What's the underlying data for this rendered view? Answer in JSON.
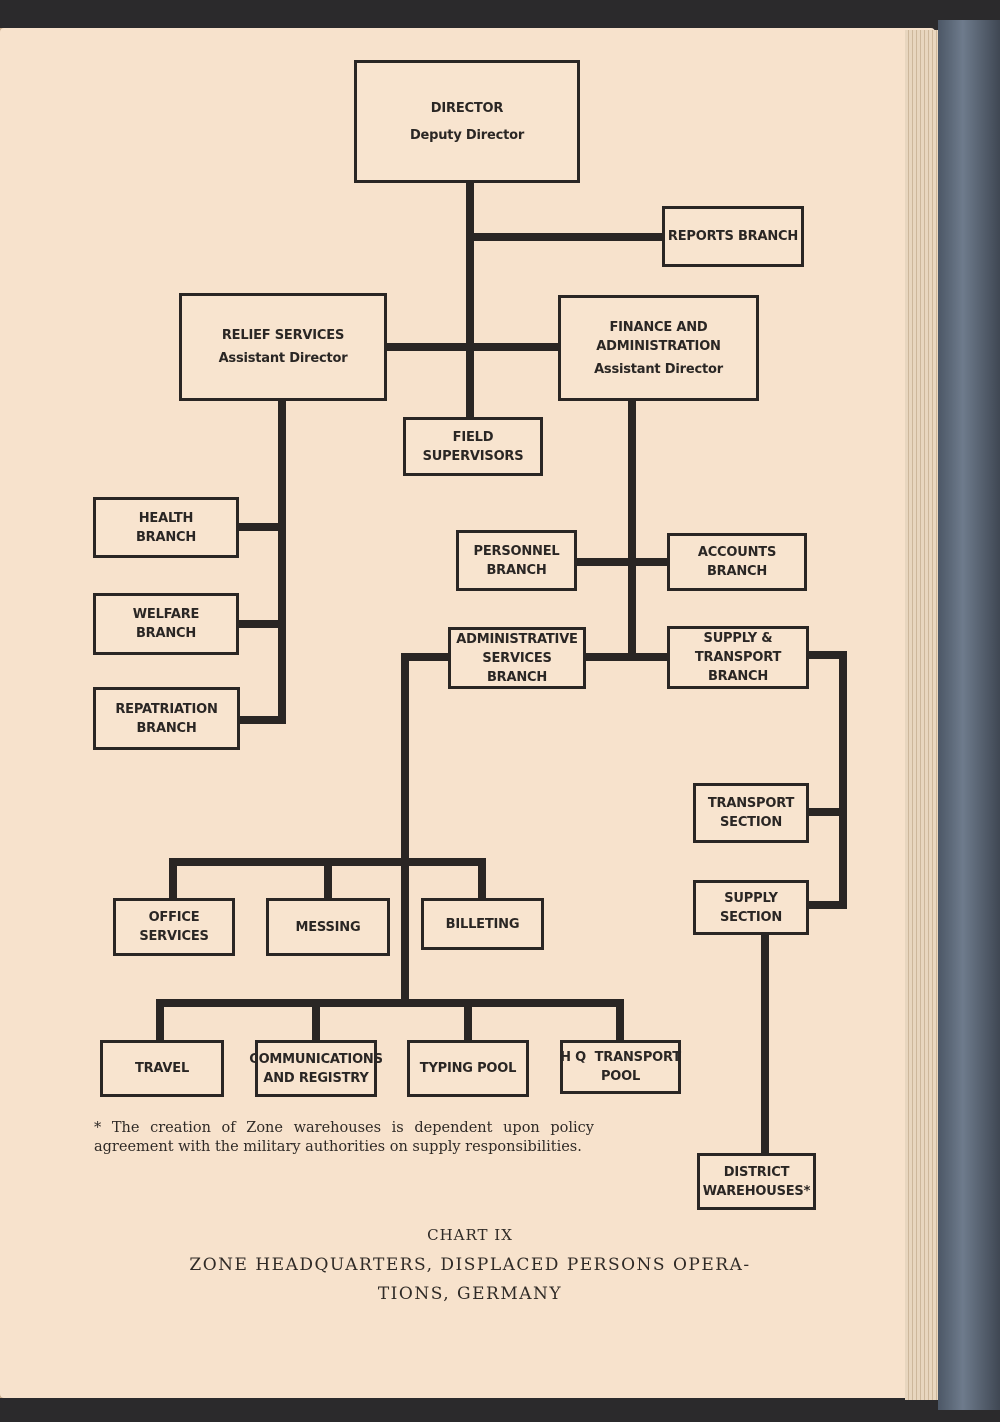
{
  "chart": {
    "director": {
      "title": "DIRECTOR",
      "subtitle": "Deputy Director"
    },
    "reports_branch": "REPORTS BRANCH",
    "relief_services": {
      "title": "RELIEF SERVICES",
      "subtitle": "Assistant Director"
    },
    "finance_admin": {
      "title_line1": "FINANCE AND",
      "title_line2": "ADMINISTRATION",
      "subtitle": "Assistant Director"
    },
    "field_supervisors": "FIELD SUPERVISORS",
    "health_branch": [
      "HEALTH",
      "BRANCH"
    ],
    "welfare_branch": [
      "WELFARE",
      "BRANCH"
    ],
    "repatriation_branch": [
      "REPATRIATION",
      "BRANCH"
    ],
    "personnel_branch": [
      "PERSONNEL",
      "BRANCH"
    ],
    "accounts_branch": [
      "ACCOUNTS",
      "BRANCH"
    ],
    "admin_services_branch": [
      "ADMINISTRATIVE",
      "SERVICES BRANCH"
    ],
    "supply_transport_branch": [
      "SUPPLY & TRANSPORT",
      "BRANCH"
    ],
    "transport_section": [
      "TRANSPORT",
      "SECTION"
    ],
    "supply_section": [
      "SUPPLY",
      "SECTION"
    ],
    "office_services": [
      "OFFICE",
      "SERVICES"
    ],
    "messing": "MESSING",
    "billeting": "BILLETING",
    "travel": "TRAVEL",
    "communications_registry": [
      "COMMUNICATIONS",
      "AND REGISTRY"
    ],
    "typing_pool": "TYPING POOL",
    "hq_transport_pool": [
      "H Q  TRANSPORT",
      "POOL"
    ],
    "district_warehouses": [
      "DISTRICT",
      "WAREHOUSES*"
    ]
  },
  "footnote": "* The creation of Zone warehouses is dependent upon policy agreement with the military authorities on supply responsibilities.",
  "caption": {
    "chart_number": "CHART IX",
    "title_line1": "ZONE HEADQUARTERS, DISPLACED PERSONS OPERA-",
    "title_line2": "TIONS, GERMANY"
  },
  "colors": {
    "page": "#f7e2cc",
    "ink": "#2a2624"
  }
}
